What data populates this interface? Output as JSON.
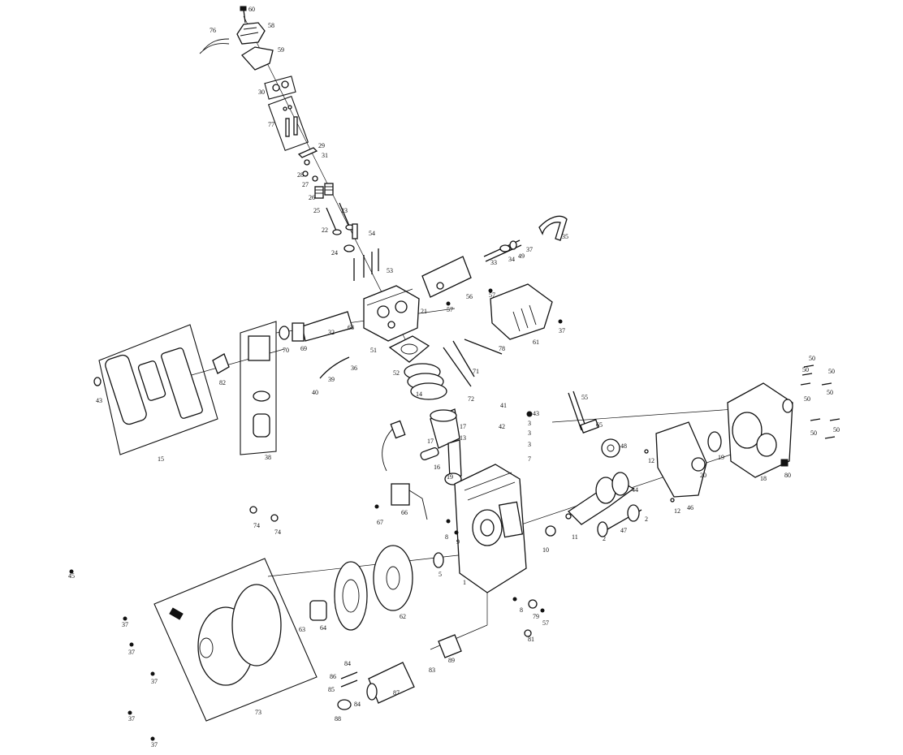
{
  "diagram": {
    "labels": [
      {
        "id": "l60a",
        "text": "60"
      },
      {
        "id": "l58",
        "text": "58"
      },
      {
        "id": "l76",
        "text": "76"
      },
      {
        "id": "l59",
        "text": "59"
      },
      {
        "id": "l30",
        "text": "30"
      },
      {
        "id": "l77",
        "text": "77"
      },
      {
        "id": "l29",
        "text": "29"
      },
      {
        "id": "l31",
        "text": "31"
      },
      {
        "id": "l28",
        "text": "28"
      },
      {
        "id": "l27",
        "text": "27"
      },
      {
        "id": "l26",
        "text": "26"
      },
      {
        "id": "l25",
        "text": "25"
      },
      {
        "id": "l23",
        "text": "23"
      },
      {
        "id": "l22",
        "text": "22"
      },
      {
        "id": "l54",
        "text": "54"
      },
      {
        "id": "l24",
        "text": "24"
      },
      {
        "id": "l53",
        "text": "53"
      },
      {
        "id": "l35",
        "text": "35"
      },
      {
        "id": "l33",
        "text": "33"
      },
      {
        "id": "l34",
        "text": "34"
      },
      {
        "id": "l49",
        "text": "49"
      },
      {
        "id": "l37a",
        "text": "37"
      },
      {
        "id": "l56",
        "text": "56"
      },
      {
        "id": "l57a",
        "text": "57"
      },
      {
        "id": "l21",
        "text": "21"
      },
      {
        "id": "l51",
        "text": "51"
      },
      {
        "id": "l52",
        "text": "52"
      },
      {
        "id": "l32",
        "text": "32"
      },
      {
        "id": "l68",
        "text": "68"
      },
      {
        "id": "l69",
        "text": "69"
      },
      {
        "id": "l70",
        "text": "70"
      },
      {
        "id": "l36",
        "text": "36"
      },
      {
        "id": "l40",
        "text": "40"
      },
      {
        "id": "l39",
        "text": "39"
      },
      {
        "id": "l82",
        "text": "82"
      },
      {
        "id": "l38",
        "text": "38"
      },
      {
        "id": "l15",
        "text": "15"
      },
      {
        "id": "l43a",
        "text": "43"
      },
      {
        "id": "l61",
        "text": "61"
      },
      {
        "id": "l57b",
        "text": "57"
      },
      {
        "id": "l37b",
        "text": "37"
      },
      {
        "id": "l78",
        "text": "78"
      },
      {
        "id": "l71",
        "text": "71"
      },
      {
        "id": "l72",
        "text": "72"
      },
      {
        "id": "l14",
        "text": "14"
      },
      {
        "id": "l17a",
        "text": "17"
      },
      {
        "id": "l17b",
        "text": "17"
      },
      {
        "id": "l13",
        "text": "13"
      },
      {
        "id": "l16",
        "text": "16"
      },
      {
        "id": "l19",
        "text": "19"
      },
      {
        "id": "l41",
        "text": "41"
      },
      {
        "id": "l42",
        "text": "42"
      },
      {
        "id": "l43b",
        "text": "43"
      },
      {
        "id": "l3a",
        "text": "3"
      },
      {
        "id": "l3b",
        "text": "3"
      },
      {
        "id": "l3c",
        "text": "3"
      },
      {
        "id": "l7",
        "text": "7"
      },
      {
        "id": "l66",
        "text": "66"
      },
      {
        "id": "l67",
        "text": "67"
      },
      {
        "id": "l55",
        "text": "55"
      },
      {
        "id": "l65",
        "text": "65"
      },
      {
        "id": "l48",
        "text": "48"
      },
      {
        "id": "l50a",
        "text": "50"
      },
      {
        "id": "l50b",
        "text": "50"
      },
      {
        "id": "l50c",
        "text": "50"
      },
      {
        "id": "l50d",
        "text": "50"
      },
      {
        "id": "l50e",
        "text": "50"
      },
      {
        "id": "l50f",
        "text": "50"
      },
      {
        "id": "l50g",
        "text": "50"
      },
      {
        "id": "l18",
        "text": "18"
      },
      {
        "id": "l80",
        "text": "80"
      },
      {
        "id": "l20",
        "text": "20"
      },
      {
        "id": "l19b",
        "text": "19"
      },
      {
        "id": "l46",
        "text": "46"
      },
      {
        "id": "l12a",
        "text": "12"
      },
      {
        "id": "l12b",
        "text": "12"
      },
      {
        "id": "l44",
        "text": "44"
      },
      {
        "id": "l47",
        "text": "47"
      },
      {
        "id": "l2a",
        "text": "2"
      },
      {
        "id": "l2b",
        "text": "2"
      },
      {
        "id": "l10",
        "text": "10"
      },
      {
        "id": "l11",
        "text": "11"
      },
      {
        "id": "l74a",
        "text": "74"
      },
      {
        "id": "l74b",
        "text": "74"
      },
      {
        "id": "l8",
        "text": "8"
      },
      {
        "id": "l5",
        "text": "5"
      },
      {
        "id": "l9",
        "text": "9"
      },
      {
        "id": "l1",
        "text": "1"
      },
      {
        "id": "l8b",
        "text": "8"
      },
      {
        "id": "l79",
        "text": "79"
      },
      {
        "id": "l57c",
        "text": "57"
      },
      {
        "id": "l81",
        "text": "81"
      },
      {
        "id": "l45",
        "text": "45"
      },
      {
        "id": "l62",
        "text": "62"
      },
      {
        "id": "l63",
        "text": "63"
      },
      {
        "id": "l64",
        "text": "64"
      },
      {
        "id": "l73",
        "text": "73"
      },
      {
        "id": "l37c",
        "text": "37"
      },
      {
        "id": "l37d",
        "text": "37"
      },
      {
        "id": "l37e",
        "text": "37"
      },
      {
        "id": "l37f",
        "text": "37"
      },
      {
        "id": "l37g",
        "text": "37"
      },
      {
        "id": "l86",
        "text": "86"
      },
      {
        "id": "l84a",
        "text": "84"
      },
      {
        "id": "l84b",
        "text": "84"
      },
      {
        "id": "l85",
        "text": "85"
      },
      {
        "id": "l87",
        "text": "87"
      },
      {
        "id": "l88",
        "text": "88"
      },
      {
        "id": "l83",
        "text": "83"
      },
      {
        "id": "l89",
        "text": "89"
      }
    ]
  }
}
